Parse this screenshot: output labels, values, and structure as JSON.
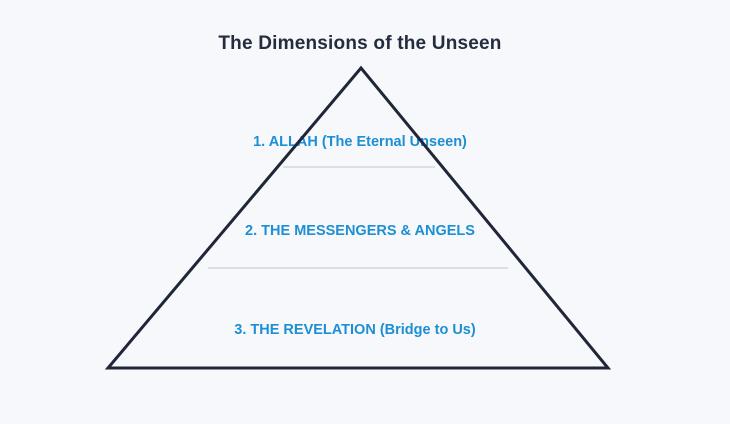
{
  "diagram": {
    "title": "The Dimensions of the Unseen",
    "levels": [
      {
        "label": "1. ALLAH (The Eternal Unseen)"
      },
      {
        "label": "2. THE MESSENGERS & ANGELS"
      },
      {
        "label": "3. THE REVELATION (Bridge to Us)"
      }
    ],
    "colors": {
      "background": "#f7f8fb",
      "title_text": "#252c3e",
      "pyramid_outline": "#1f2638",
      "level_text_accent": "#1d8fd2",
      "divider": "#d9dfe8"
    },
    "shape": "pyramid-triangle"
  }
}
